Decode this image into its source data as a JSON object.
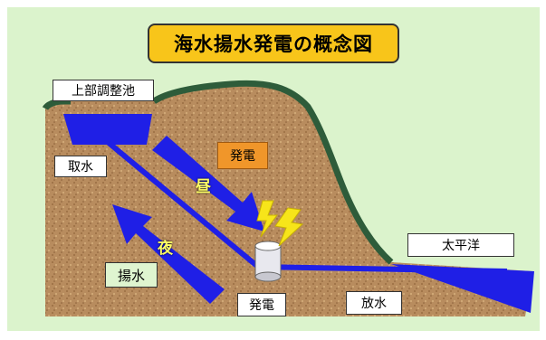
{
  "title": "海水揚水発電の概念図",
  "labels": {
    "upper_reservoir": "上部調整池",
    "intake": "取水",
    "generation_top": "発電",
    "day": "昼",
    "night": "夜",
    "pumping": "揚水",
    "generation_bottom": "発電",
    "discharge": "放水",
    "pacific": "太平洋"
  },
  "colors": {
    "background": "#dbf3cc",
    "earth": "#b78a5c",
    "water": "#1f1fe6",
    "grass": "#2e5c3a",
    "title_bg": "#f8c51a",
    "lightning": "#f7e51a"
  }
}
